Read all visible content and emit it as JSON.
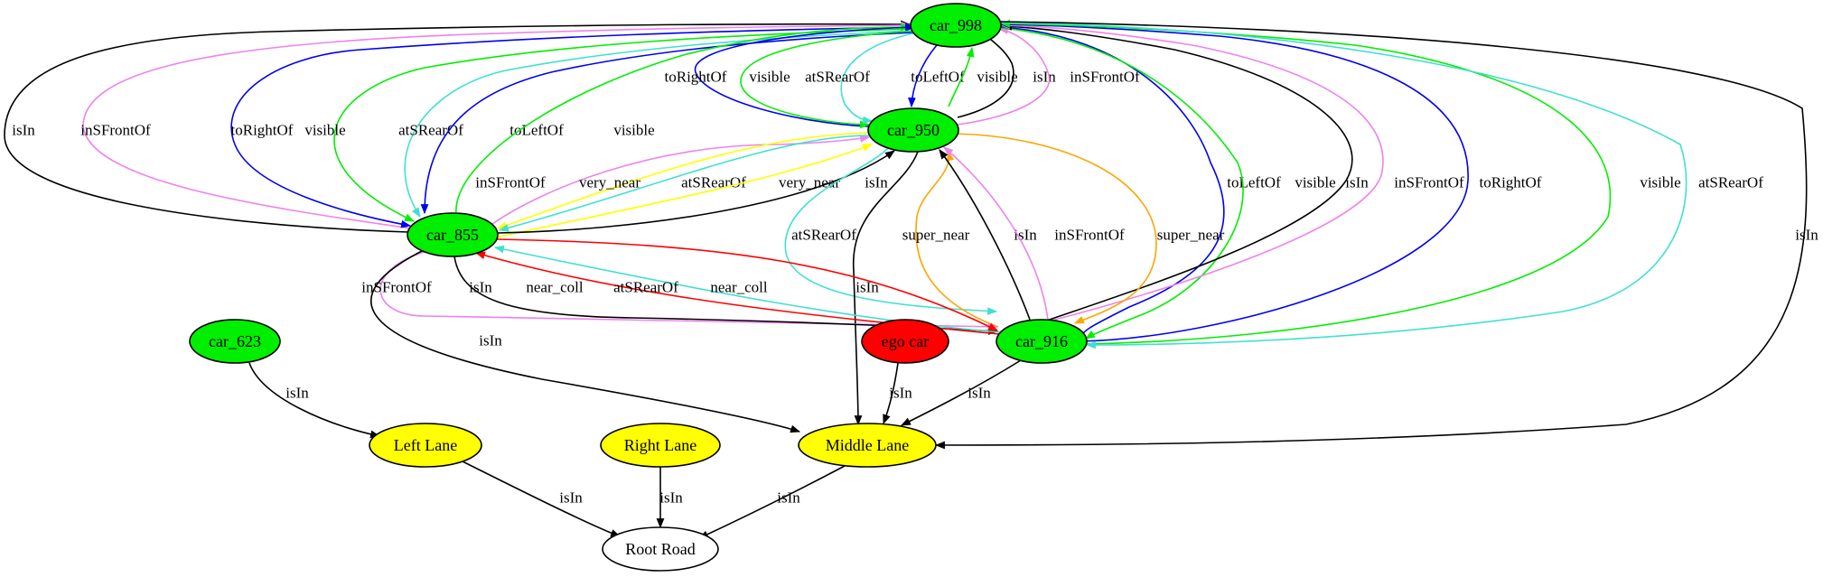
{
  "colors": {
    "vehicle": "#00ee00",
    "ego": "#ff0000",
    "lane": "#ffff00",
    "road": "#ffffff",
    "edge": {
      "isIn": "#000000",
      "inSFrontOf": "#ee82ee",
      "toRightOf": "#0000ee",
      "toLeftOf": "#0000ee",
      "visible": "#00ee00",
      "atSRearOf": "#40e0d0",
      "very_near": "#ffff00",
      "near_coll": "#ff0000",
      "super_near": "#ffa500"
    }
  },
  "nodes": [
    {
      "id": "car_998",
      "label": "car_998",
      "kind": "vehicle"
    },
    {
      "id": "car_950",
      "label": "car_950",
      "kind": "vehicle"
    },
    {
      "id": "car_855",
      "label": "car_855",
      "kind": "vehicle"
    },
    {
      "id": "car_623",
      "label": "car_623",
      "kind": "vehicle"
    },
    {
      "id": "ego_car",
      "label": "ego car",
      "kind": "ego"
    },
    {
      "id": "car_916",
      "label": "car_916",
      "kind": "vehicle"
    },
    {
      "id": "left_lane",
      "label": "Left Lane",
      "kind": "lane"
    },
    {
      "id": "right_lane",
      "label": "Right Lane",
      "kind": "lane"
    },
    {
      "id": "middle_lane",
      "label": "Middle Lane",
      "kind": "lane"
    },
    {
      "id": "root_road",
      "label": "Root Road",
      "kind": "road"
    }
  ],
  "edges": [
    {
      "from": "car_855",
      "to": "car_998",
      "label": "isIn"
    },
    {
      "from": "car_855",
      "to": "car_998",
      "label": "inSFrontOf"
    },
    {
      "from": "car_998",
      "to": "car_855",
      "label": "toRightOf"
    },
    {
      "from": "car_998",
      "to": "car_855",
      "label": "visible"
    },
    {
      "from": "car_998",
      "to": "car_855",
      "label": "atSRearOf"
    },
    {
      "from": "car_998",
      "to": "car_855",
      "label": "toLeftOf"
    },
    {
      "from": "car_855",
      "to": "car_998",
      "label": "visible"
    },
    {
      "from": "car_950",
      "to": "car_998",
      "label": "toRightOf"
    },
    {
      "from": "car_998",
      "to": "car_950",
      "label": "visible"
    },
    {
      "from": "car_998",
      "to": "car_950",
      "label": "atSRearOf"
    },
    {
      "from": "car_998",
      "to": "car_950",
      "label": "toLeftOf"
    },
    {
      "from": "car_950",
      "to": "car_998",
      "label": "visible"
    },
    {
      "from": "car_950",
      "to": "car_998",
      "label": "isIn"
    },
    {
      "from": "car_950",
      "to": "car_998",
      "label": "inSFrontOf"
    },
    {
      "from": "car_998",
      "to": "car_916",
      "label": "toLeftOf"
    },
    {
      "from": "car_998",
      "to": "car_916",
      "label": "visible"
    },
    {
      "from": "car_916",
      "to": "car_998",
      "label": "isIn"
    },
    {
      "from": "car_916",
      "to": "car_998",
      "label": "inSFrontOf"
    },
    {
      "from": "car_916",
      "to": "car_998",
      "label": "toRightOf"
    },
    {
      "from": "car_916",
      "to": "car_998",
      "label": "visible"
    },
    {
      "from": "car_998",
      "to": "car_916",
      "label": "atSRearOf"
    },
    {
      "from": "car_998",
      "to": "middle_lane",
      "label": "isIn"
    },
    {
      "from": "car_855",
      "to": "car_950",
      "label": "inSFrontOf"
    },
    {
      "from": "car_950",
      "to": "car_855",
      "label": "very_near"
    },
    {
      "from": "car_950",
      "to": "car_855",
      "label": "atSRearOf"
    },
    {
      "from": "car_855",
      "to": "car_950",
      "label": "very_near"
    },
    {
      "from": "car_855",
      "to": "car_950",
      "label": "isIn"
    },
    {
      "from": "car_950",
      "to": "car_916",
      "label": "atSRearOf"
    },
    {
      "from": "car_916",
      "to": "car_950",
      "label": "super_near"
    },
    {
      "from": "car_916",
      "to": "car_950",
      "label": "isIn"
    },
    {
      "from": "car_916",
      "to": "car_950",
      "label": "inSFrontOf"
    },
    {
      "from": "car_950",
      "to": "car_916",
      "label": "super_near"
    },
    {
      "from": "car_950",
      "to": "middle_lane",
      "label": "isIn"
    },
    {
      "from": "car_855",
      "to": "car_916",
      "label": "inSFrontOf"
    },
    {
      "from": "car_855",
      "to": "car_916",
      "label": "isIn"
    },
    {
      "from": "car_916",
      "to": "car_855",
      "label": "near_coll"
    },
    {
      "from": "car_916",
      "to": "car_855",
      "label": "atSRearOf"
    },
    {
      "from": "car_855",
      "to": "car_916",
      "label": "near_coll"
    },
    {
      "from": "car_855",
      "to": "middle_lane",
      "label": "isIn"
    },
    {
      "from": "car_623",
      "to": "left_lane",
      "label": "isIn"
    },
    {
      "from": "ego_car",
      "to": "middle_lane",
      "label": "isIn"
    },
    {
      "from": "car_916",
      "to": "middle_lane",
      "label": "isIn"
    },
    {
      "from": "left_lane",
      "to": "root_road",
      "label": "isIn"
    },
    {
      "from": "right_lane",
      "to": "root_road",
      "label": "isIn"
    },
    {
      "from": "middle_lane",
      "to": "root_road",
      "label": "isIn"
    }
  ]
}
